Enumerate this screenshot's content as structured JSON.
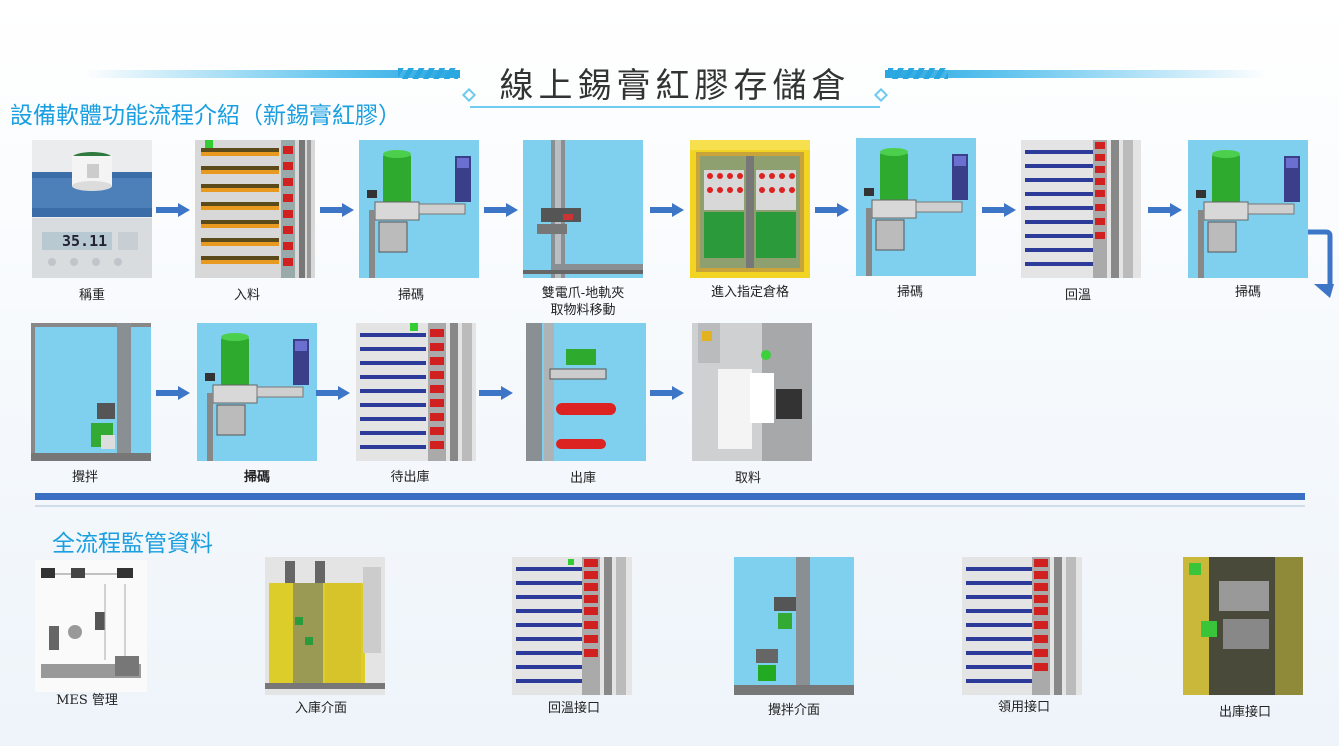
{
  "title": "線上錫膏紅膠存儲倉",
  "section1_title": "設備軟體功能流程介紹（新錫膏紅膠）",
  "section2_title": "全流程監管資料",
  "row1": [
    {
      "label": "稱重",
      "display": "35.11"
    },
    {
      "label": "入料"
    },
    {
      "label": "掃碼"
    },
    {
      "label": "雙電爪-地軌夾\n取物料移動"
    },
    {
      "label": "進入指定倉格"
    },
    {
      "label": "掃碼"
    },
    {
      "label": "回溫"
    },
    {
      "label": "掃碼"
    }
  ],
  "row2": [
    {
      "label": "攪拌"
    },
    {
      "label": "掃碼"
    },
    {
      "label": "待出庫"
    },
    {
      "label": "出庫"
    },
    {
      "label": "取料"
    }
  ],
  "row3": [
    {
      "label": "MES 管理"
    },
    {
      "label": "入庫介面"
    },
    {
      "label": "回溫接口"
    },
    {
      "label": "攪拌介面"
    },
    {
      "label": "領用接口"
    },
    {
      "label": "出庫接口"
    }
  ],
  "colors": {
    "accent": "#1a9fe0",
    "divider": "#3a6fc4",
    "arrow": "#3d76c7",
    "scene_blue": "#7fd0ef"
  }
}
